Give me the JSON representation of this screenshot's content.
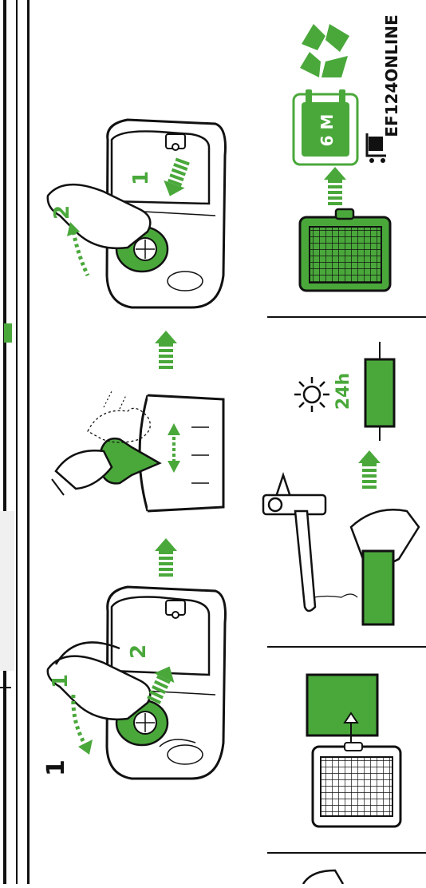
{
  "manual": {
    "step_number": "1",
    "model_code": "EF124ONLINE",
    "filter_interval": "6 M",
    "dry_time": "24h",
    "callouts": {
      "step1_rotate": "1",
      "step1_lift": "2",
      "final_lift": "1",
      "final_rotate": "2"
    }
  },
  "colors": {
    "accent_green": "#4aa83b",
    "line_black": "#111111"
  },
  "icons": [
    "recycle-icon",
    "calendar-icon",
    "shopping-cart-icon",
    "sun-icon",
    "arrow-icon"
  ]
}
